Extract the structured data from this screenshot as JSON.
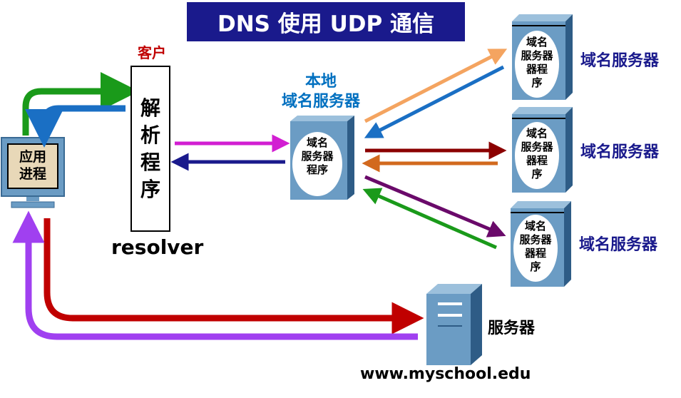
{
  "title": "DNS 使用 UDP 通信",
  "client_label": "客户",
  "resolver": {
    "label": "解析程序",
    "english": "resolver"
  },
  "app_process": {
    "label_line1": "应用",
    "label_line2": "进程"
  },
  "local_dns": {
    "label_line1": "本地",
    "label_line2": "域名服务器",
    "box_line1": "域名",
    "box_line2": "服务器",
    "box_line3": "程序"
  },
  "remote_dns": [
    {
      "label": "域名服务器",
      "box_line1": "域名",
      "box_line2": "服务器",
      "box_line3": "器程",
      "box_line4": "序"
    },
    {
      "label": "域名服务器",
      "box_line1": "域名",
      "box_line2": "服务器",
      "box_line3": "器程",
      "box_line4": "序"
    },
    {
      "label": "域名服务器",
      "box_line1": "域名",
      "box_line2": "服务器",
      "box_line3": "器程",
      "box_line4": "序"
    }
  ],
  "web_server": {
    "label": "服务器",
    "url": "www.myschool.edu"
  },
  "colors": {
    "title_bg": "#1a1a8c",
    "server_body": "#6b9cc4",
    "arrow_green": "#1a9a1a",
    "arrow_blue": "#1a6fc4",
    "arrow_magenta": "#d21ed2",
    "arrow_navy": "#1a1a8c",
    "arrow_orange": "#f4a460",
    "arrow_darkred": "#8b0000",
    "arrow_dorange": "#d2691e",
    "arrow_purple": "#6a0a6a",
    "arrow_red": "#c00000",
    "arrow_violet": "#a040f0"
  }
}
